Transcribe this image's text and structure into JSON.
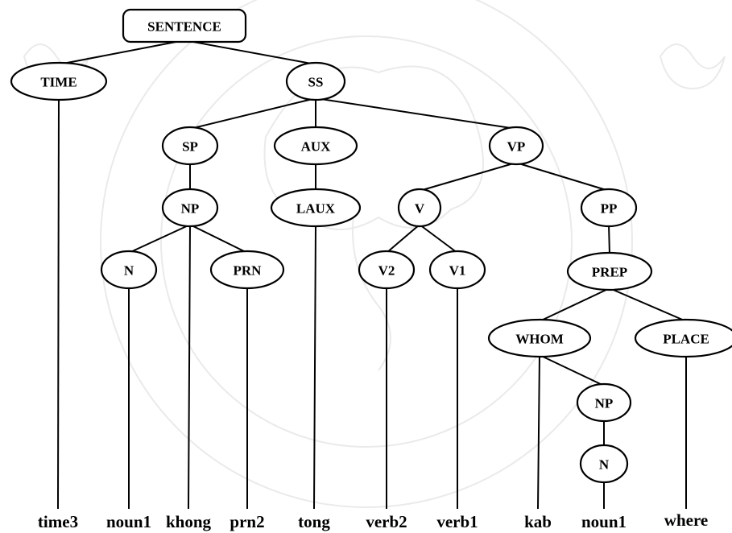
{
  "watermark": {
    "text": "CHIANG MAI UNIVERSITY 1964"
  },
  "nodes": [
    {
      "id": "sentence",
      "label": "SENTENCE",
      "shape": "rect"
    },
    {
      "id": "time",
      "label": "TIME",
      "shape": "ellipse"
    },
    {
      "id": "ss",
      "label": "SS",
      "shape": "ellipse"
    },
    {
      "id": "sp",
      "label": "SP",
      "shape": "ellipse"
    },
    {
      "id": "aux",
      "label": "AUX",
      "shape": "ellipse"
    },
    {
      "id": "vp",
      "label": "VP",
      "shape": "ellipse"
    },
    {
      "id": "np1",
      "label": "NP",
      "shape": "ellipse"
    },
    {
      "id": "laux",
      "label": "LAUX",
      "shape": "ellipse"
    },
    {
      "id": "v",
      "label": "V",
      "shape": "ellipse"
    },
    {
      "id": "pp",
      "label": "PP",
      "shape": "ellipse"
    },
    {
      "id": "n1",
      "label": "N",
      "shape": "ellipse"
    },
    {
      "id": "prn",
      "label": "PRN",
      "shape": "ellipse"
    },
    {
      "id": "v2",
      "label": "V2",
      "shape": "ellipse"
    },
    {
      "id": "v1",
      "label": "V1",
      "shape": "ellipse"
    },
    {
      "id": "prep",
      "label": "PREP",
      "shape": "ellipse"
    },
    {
      "id": "whom",
      "label": "WHOM",
      "shape": "ellipse"
    },
    {
      "id": "place",
      "label": "PLACE",
      "shape": "ellipse"
    },
    {
      "id": "np2",
      "label": "NP",
      "shape": "ellipse"
    },
    {
      "id": "n2",
      "label": "N",
      "shape": "ellipse"
    }
  ],
  "leaves": [
    {
      "id": "leaf-time3",
      "label": "time3"
    },
    {
      "id": "leaf-noun1a",
      "label": "noun1"
    },
    {
      "id": "leaf-khong",
      "label": "khong"
    },
    {
      "id": "leaf-prn2",
      "label": "prn2"
    },
    {
      "id": "leaf-tong",
      "label": "tong"
    },
    {
      "id": "leaf-verb2",
      "label": "verb2"
    },
    {
      "id": "leaf-verb1",
      "label": "verb1"
    },
    {
      "id": "leaf-kab",
      "label": "kab"
    },
    {
      "id": "leaf-noun1b",
      "label": "noun1"
    },
    {
      "id": "leaf-where",
      "label": "where"
    }
  ],
  "edges": [
    [
      "sentence",
      "time"
    ],
    [
      "sentence",
      "ss"
    ],
    [
      "ss",
      "sp"
    ],
    [
      "ss",
      "aux"
    ],
    [
      "ss",
      "vp"
    ],
    [
      "sp",
      "np1"
    ],
    [
      "np1",
      "n1"
    ],
    [
      "np1",
      "leaf-khong"
    ],
    [
      "np1",
      "prn"
    ],
    [
      "aux",
      "laux"
    ],
    [
      "vp",
      "v"
    ],
    [
      "vp",
      "pp"
    ],
    [
      "v",
      "v2"
    ],
    [
      "v",
      "v1"
    ],
    [
      "pp",
      "prep"
    ],
    [
      "prep",
      "whom"
    ],
    [
      "prep",
      "place"
    ],
    [
      "whom",
      "np2"
    ],
    [
      "np2",
      "n2"
    ],
    [
      "time",
      "leaf-time3"
    ],
    [
      "n1",
      "leaf-noun1a"
    ],
    [
      "prn",
      "leaf-prn2"
    ],
    [
      "laux",
      "leaf-tong"
    ],
    [
      "v2",
      "leaf-verb2"
    ],
    [
      "v1",
      "leaf-verb1"
    ],
    [
      "whom",
      "leaf-kab"
    ],
    [
      "n2",
      "leaf-noun1b"
    ],
    [
      "place",
      "leaf-where"
    ]
  ]
}
